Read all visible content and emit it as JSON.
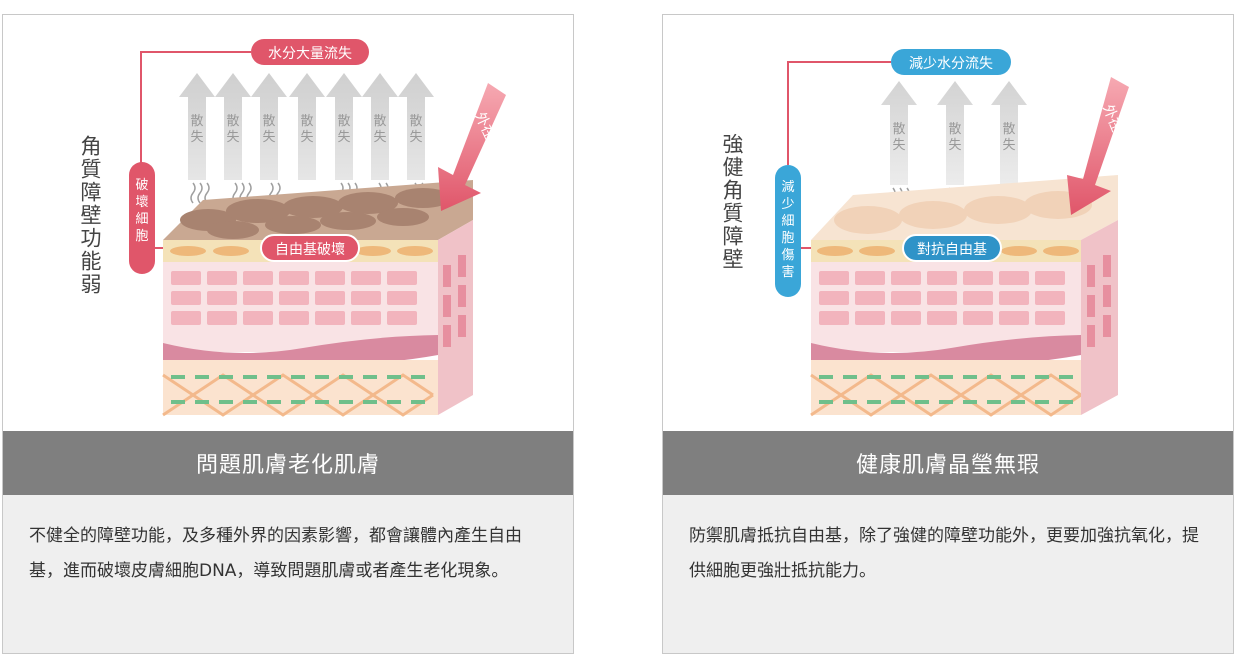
{
  "panels": [
    {
      "side_label": "角質障壁功能弱",
      "top_badge": "水分大量流失",
      "side_badge": "破壞細胞",
      "mid_badge": "自由基破壞",
      "arrow_label": "外在因素",
      "dissipate_label": "散失",
      "title": "問題肌膚老化肌膚",
      "description": "不健全的障壁功能，及多種外界的因素影響，都會讓體內產生自由基，進而破壞皮膚細胞DNA，導致問題肌膚或者產生老化現象。",
      "badge_color": "#e0566a",
      "skin_color": "#b89580"
    },
    {
      "side_label": "強健角質障壁",
      "top_badge": "減少水分流失",
      "side_badge": "減少細胞傷害",
      "mid_badge": "對抗自由基",
      "arrow_label": "外在因素",
      "dissipate_label": "散失",
      "title": "健康肌膚晶瑩無瑕",
      "description": "防禦肌膚抵抗自由基，除了強健的障壁功能外，更要加強抗氧化，提供細胞更強壯抵抗能力。",
      "badge_color": "#3aa6d8",
      "skin_color": "#f4dcc6"
    }
  ]
}
